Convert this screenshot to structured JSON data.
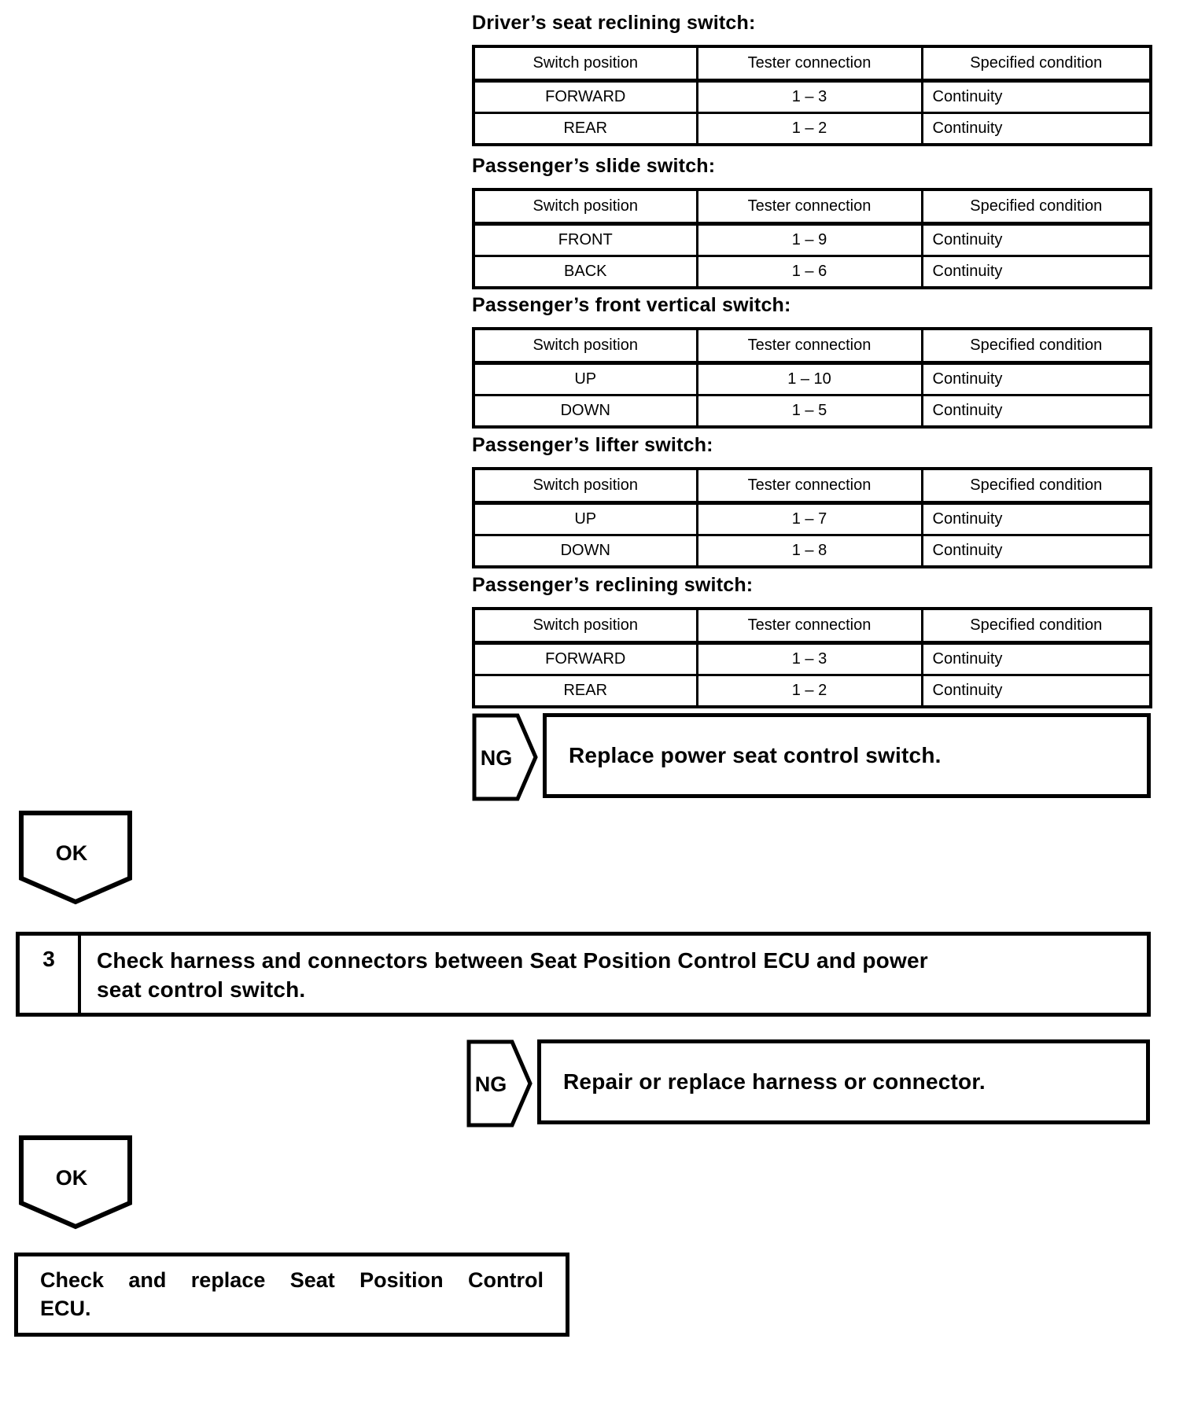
{
  "document": {
    "switch_sections": [
      {
        "heading": "Driver’s seat reclining switch:",
        "table": {
          "headers": [
            "Switch position",
            "Tester connection",
            "Specified condition"
          ],
          "rows": [
            [
              "FORWARD",
              "1 – 3",
              "Continuity"
            ],
            [
              "REAR",
              "1 – 2",
              "Continuity"
            ]
          ]
        }
      },
      {
        "heading": "Passenger’s slide switch:",
        "table": {
          "headers": [
            "Switch position",
            "Tester connection",
            "Specified condition"
          ],
          "rows": [
            [
              "FRONT",
              "1 – 9",
              "Continuity"
            ],
            [
              "BACK",
              "1 – 6",
              "Continuity"
            ]
          ]
        }
      },
      {
        "heading": "Passenger’s front vertical switch:",
        "table": {
          "headers": [
            "Switch position",
            "Tester connection",
            "Specified condition"
          ],
          "rows": [
            [
              "UP",
              "1 – 10",
              "Continuity"
            ],
            [
              "DOWN",
              "1 – 5",
              "Continuity"
            ]
          ]
        }
      },
      {
        "heading": "Passenger’s lifter switch:",
        "table": {
          "headers": [
            "Switch position",
            "Tester connection",
            "Specified condition"
          ],
          "rows": [
            [
              "UP",
              "1 – 7",
              "Continuity"
            ],
            [
              "DOWN",
              "1 – 8",
              "Continuity"
            ]
          ]
        }
      },
      {
        "heading": "Passenger’s reclining switch:",
        "table": {
          "headers": [
            "Switch position",
            "Tester connection",
            "Specified condition"
          ],
          "rows": [
            [
              "FORWARD",
              "1 – 3",
              "Continuity"
            ],
            [
              "REAR",
              "1 – 2",
              "Continuity"
            ]
          ]
        }
      }
    ],
    "flow": {
      "ng_branch_1": {
        "label": "NG",
        "action": "Replace power seat control switch."
      },
      "ok_1": {
        "label": "OK"
      },
      "step_3": {
        "number": "3",
        "instruction": "Check harness and connectors between Seat Position Control ECU and power seat control switch.",
        "instruction_lines": [
          "Check harness and connectors between Seat Position Control ECU and power",
          "seat control switch."
        ]
      },
      "ng_branch_2": {
        "label": "NG",
        "action": "Repair or replace harness or connector."
      },
      "ok_2": {
        "label": "OK"
      },
      "final_action": {
        "text": "Check and replace Seat Position Control ECU.",
        "lines": [
          "Check and replace Seat Position Control",
          "ECU."
        ]
      }
    }
  }
}
